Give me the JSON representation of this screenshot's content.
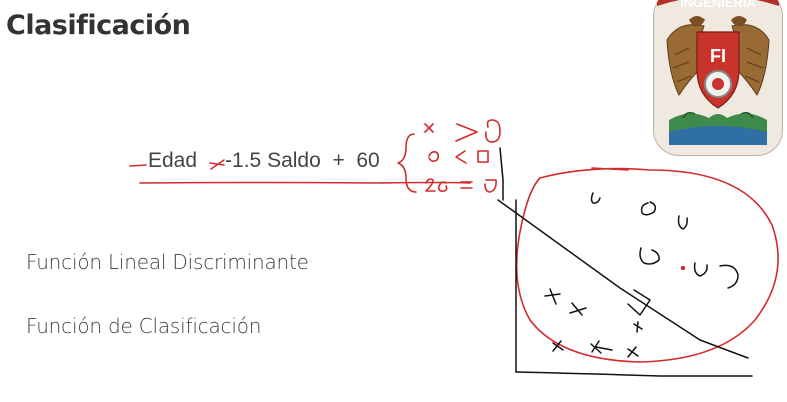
{
  "slide": {
    "title": "Clasificación",
    "formula": {
      "part1": "Edad",
      "part2": "-1.5 Saldo  +  60"
    },
    "lines": [
      "Función Lineal Discriminante",
      "Función de Clasificación"
    ],
    "logo": {
      "banner_text": "INGENIERIA",
      "shield_text": "FI",
      "icon": "unam-fi-logo"
    },
    "ink_color": "#d22b2b",
    "pen_color": "#111111"
  }
}
